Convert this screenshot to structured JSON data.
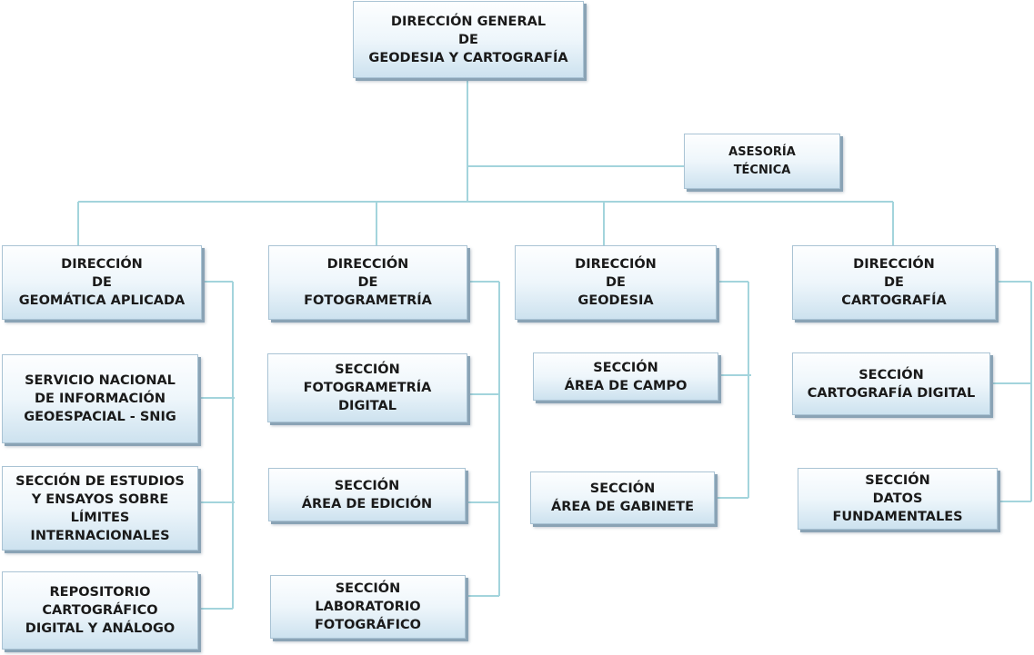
{
  "nodes": {
    "dg": "DIRECCIÓN GENERAL\nDE\nGEODESIA Y CARTOGRAFÍA",
    "asesoria": "ASESORÍA\nTÉCNICA",
    "d_geomatica": "DIRECCIÓN\nDE\nGEOMÁTICA APLICADA",
    "d_fotogrametria": "DIRECCIÓN\nDE\nFOTOGRAMETRÍA",
    "d_geodesia": "DIRECCIÓN\nDE\nGEODESIA",
    "d_cartografia": "DIRECCIÓN\nDE\nCARTOGRAFÍA",
    "snig": "SERVICIO NACIONAL\nDE INFORMACIÓN\nGEOESPACIAL - SNIG",
    "limites": "SECCIÓN DE ESTUDIOS\nY ENSAYOS SOBRE\nLÍMITES\nINTERNACIONALES",
    "repositorio": "REPOSITORIO\nCARTOGRÁFICO\nDIGITAL Y ANÁLOGO",
    "s_foto_digital": "SECCIÓN\nFOTOGRAMETRÍA\nDIGITAL",
    "s_edicion": "SECCIÓN\nÁREA DE EDICIÓN",
    "s_laboratorio": "SECCIÓN\nLABORATORIO\nFOTOGRÁFICO",
    "s_campo": "SECCIÓN\nÁREA DE CAMPO",
    "s_gabinete": "SECCIÓN\nÁREA DE GABINETE",
    "s_carto_digital": "SECCIÓN\nCARTOGRAFÍA DIGITAL",
    "s_datos": "SECCIÓN\nDATOS\nFUNDAMENTALES"
  },
  "colors": {
    "connector": "#a3d4dc",
    "box_border": "#a9c3d4",
    "box_shadow": "#8aa3b5"
  }
}
